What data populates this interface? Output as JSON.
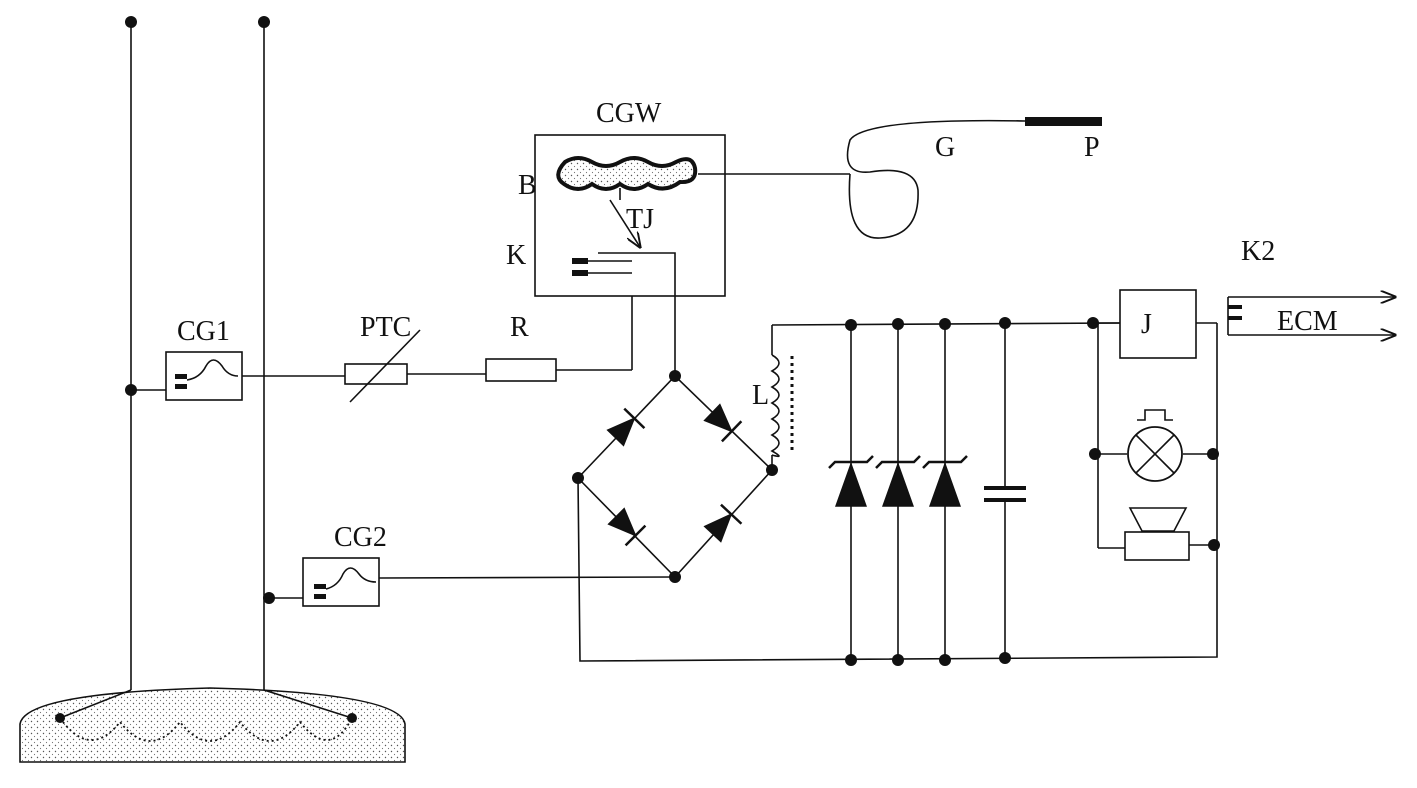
{
  "diagram": {
    "labels": {
      "cgw": "CGW",
      "b": "B",
      "tj": "TJ",
      "k": "K",
      "g": "G",
      "p": "P",
      "k2": "K2",
      "cg1": "CG1",
      "ptc": "PTC",
      "r": "R",
      "l": "L",
      "j": "J",
      "ecm": "ECM",
      "cg2": "CG2"
    }
  }
}
